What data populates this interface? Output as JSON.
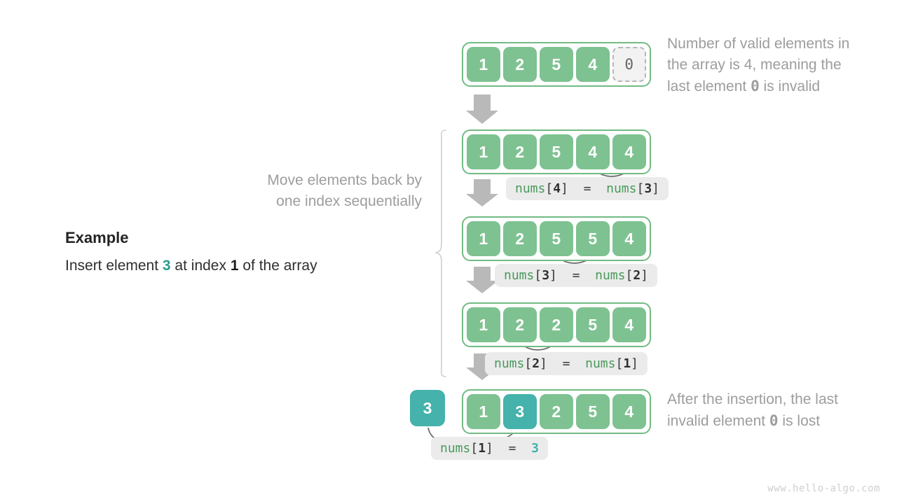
{
  "page": {
    "watermark": "www.hello-algo.com"
  },
  "example": {
    "title": "Example",
    "line_prefix": "Insert element ",
    "value": "3",
    "line_mid": " at index ",
    "index": "1",
    "line_suffix": " of the array"
  },
  "notes": {
    "top": {
      "line1": "Number of valid elements in",
      "line2_a": "the array is 4, meaning the",
      "line3_a": "last element ",
      "line3_zero": "0",
      "line3_b": " is invalid"
    },
    "left_brace_label": "Move elements back by\none index sequentially",
    "bottom": {
      "line1": "After the insertion, the last",
      "line2_a": "invalid element ",
      "line2_zero": "0",
      "line2_b": " is lost"
    }
  },
  "rows": [
    {
      "name": "row-initial",
      "cells": [
        {
          "value": "1",
          "style": "green"
        },
        {
          "value": "2",
          "style": "green"
        },
        {
          "value": "5",
          "style": "green"
        },
        {
          "value": "4",
          "style": "green"
        },
        {
          "value": "0",
          "style": "invalid"
        }
      ]
    },
    {
      "name": "row-step-1",
      "cells": [
        {
          "value": "1",
          "style": "green"
        },
        {
          "value": "2",
          "style": "green"
        },
        {
          "value": "5",
          "style": "green"
        },
        {
          "value": "4",
          "style": "green"
        },
        {
          "value": "4",
          "style": "green"
        }
      ]
    },
    {
      "name": "row-step-2",
      "cells": [
        {
          "value": "1",
          "style": "green"
        },
        {
          "value": "2",
          "style": "green"
        },
        {
          "value": "5",
          "style": "green"
        },
        {
          "value": "5",
          "style": "green"
        },
        {
          "value": "4",
          "style": "green"
        }
      ]
    },
    {
      "name": "row-step-3",
      "cells": [
        {
          "value": "1",
          "style": "green"
        },
        {
          "value": "2",
          "style": "green"
        },
        {
          "value": "2",
          "style": "green"
        },
        {
          "value": "5",
          "style": "green"
        },
        {
          "value": "4",
          "style": "green"
        }
      ]
    },
    {
      "name": "row-final",
      "cells": [
        {
          "value": "1",
          "style": "green"
        },
        {
          "value": "3",
          "style": "teal"
        },
        {
          "value": "2",
          "style": "green"
        },
        {
          "value": "5",
          "style": "green"
        },
        {
          "value": "4",
          "style": "green"
        }
      ]
    }
  ],
  "inserted_box": {
    "value": "3"
  },
  "code_labels": [
    {
      "name": "assign-4-from-3",
      "lhs_var": "nums",
      "lhs_idx": "4",
      "op": "=",
      "rhs_var": "nums",
      "rhs_idx": "3",
      "rhs_literal": null
    },
    {
      "name": "assign-3-from-2",
      "lhs_var": "nums",
      "lhs_idx": "3",
      "op": "=",
      "rhs_var": "nums",
      "rhs_idx": "2",
      "rhs_literal": null
    },
    {
      "name": "assign-2-from-1",
      "lhs_var": "nums",
      "lhs_idx": "2",
      "op": "=",
      "rhs_var": "nums",
      "rhs_idx": "1",
      "rhs_literal": null
    },
    {
      "name": "assign-1-literal-3",
      "lhs_var": "nums",
      "lhs_idx": "1",
      "op": "=",
      "rhs_var": null,
      "rhs_idx": null,
      "rhs_literal": "3"
    }
  ],
  "colors": {
    "green_fill": "#7ec291",
    "green_border": "#72bb83",
    "teal_fill": "#45b2ab",
    "invalid_fill": "#f2f2f2",
    "invalid_border": "#b6b6b6",
    "code_pill_bg": "#ebebeb",
    "code_var": "#4a9a5c",
    "note_text": "#9d9d9d",
    "arrow_gray": "#b9b9b9",
    "curve_arrow": "#6e6e6e"
  }
}
